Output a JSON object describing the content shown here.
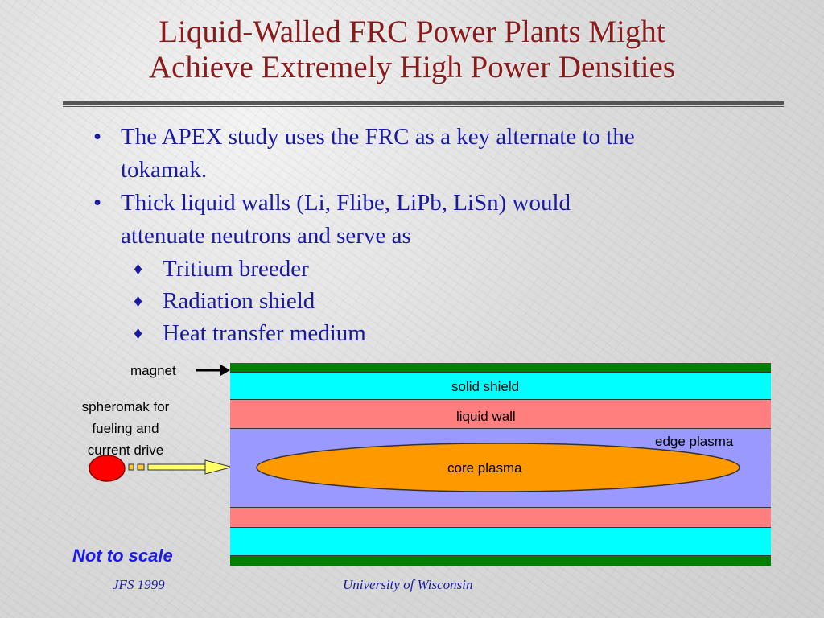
{
  "slide": {
    "title_line1": "Liquid-Walled FRC Power Plants Might",
    "title_line2": "Achieve Extremely High Power Densities"
  },
  "bullets": [
    {
      "text_line1": "The APEX study uses the FRC as a key alternate to the",
      "text_line2": "tokamak."
    },
    {
      "text_line1": "Thick liquid walls (Li, Flibe, LiPb, LiSn) would",
      "text_line2": "attenuate neutrons and serve as"
    }
  ],
  "sub_bullets": [
    "Tritium breeder",
    "Radiation shield",
    "Heat transfer medium"
  ],
  "diagram": {
    "magnet_label": "magnet",
    "spheromak_line1": "spheromak for",
    "spheromak_line2": "fueling and",
    "spheromak_line3": "current drive",
    "solid_shield": "solid shield",
    "liquid_wall": "liquid wall",
    "edge_plasma": "edge plasma",
    "core_plasma": "core plasma",
    "not_to_scale": "Not to scale",
    "colors": {
      "magnet": "#008000",
      "shield": "#00ffff",
      "liquid": "#ff7f7f",
      "edge": "#9999ff",
      "core": "#ff9900"
    }
  },
  "footer": {
    "left": "JFS 1999",
    "center": "University of Wisconsin"
  }
}
